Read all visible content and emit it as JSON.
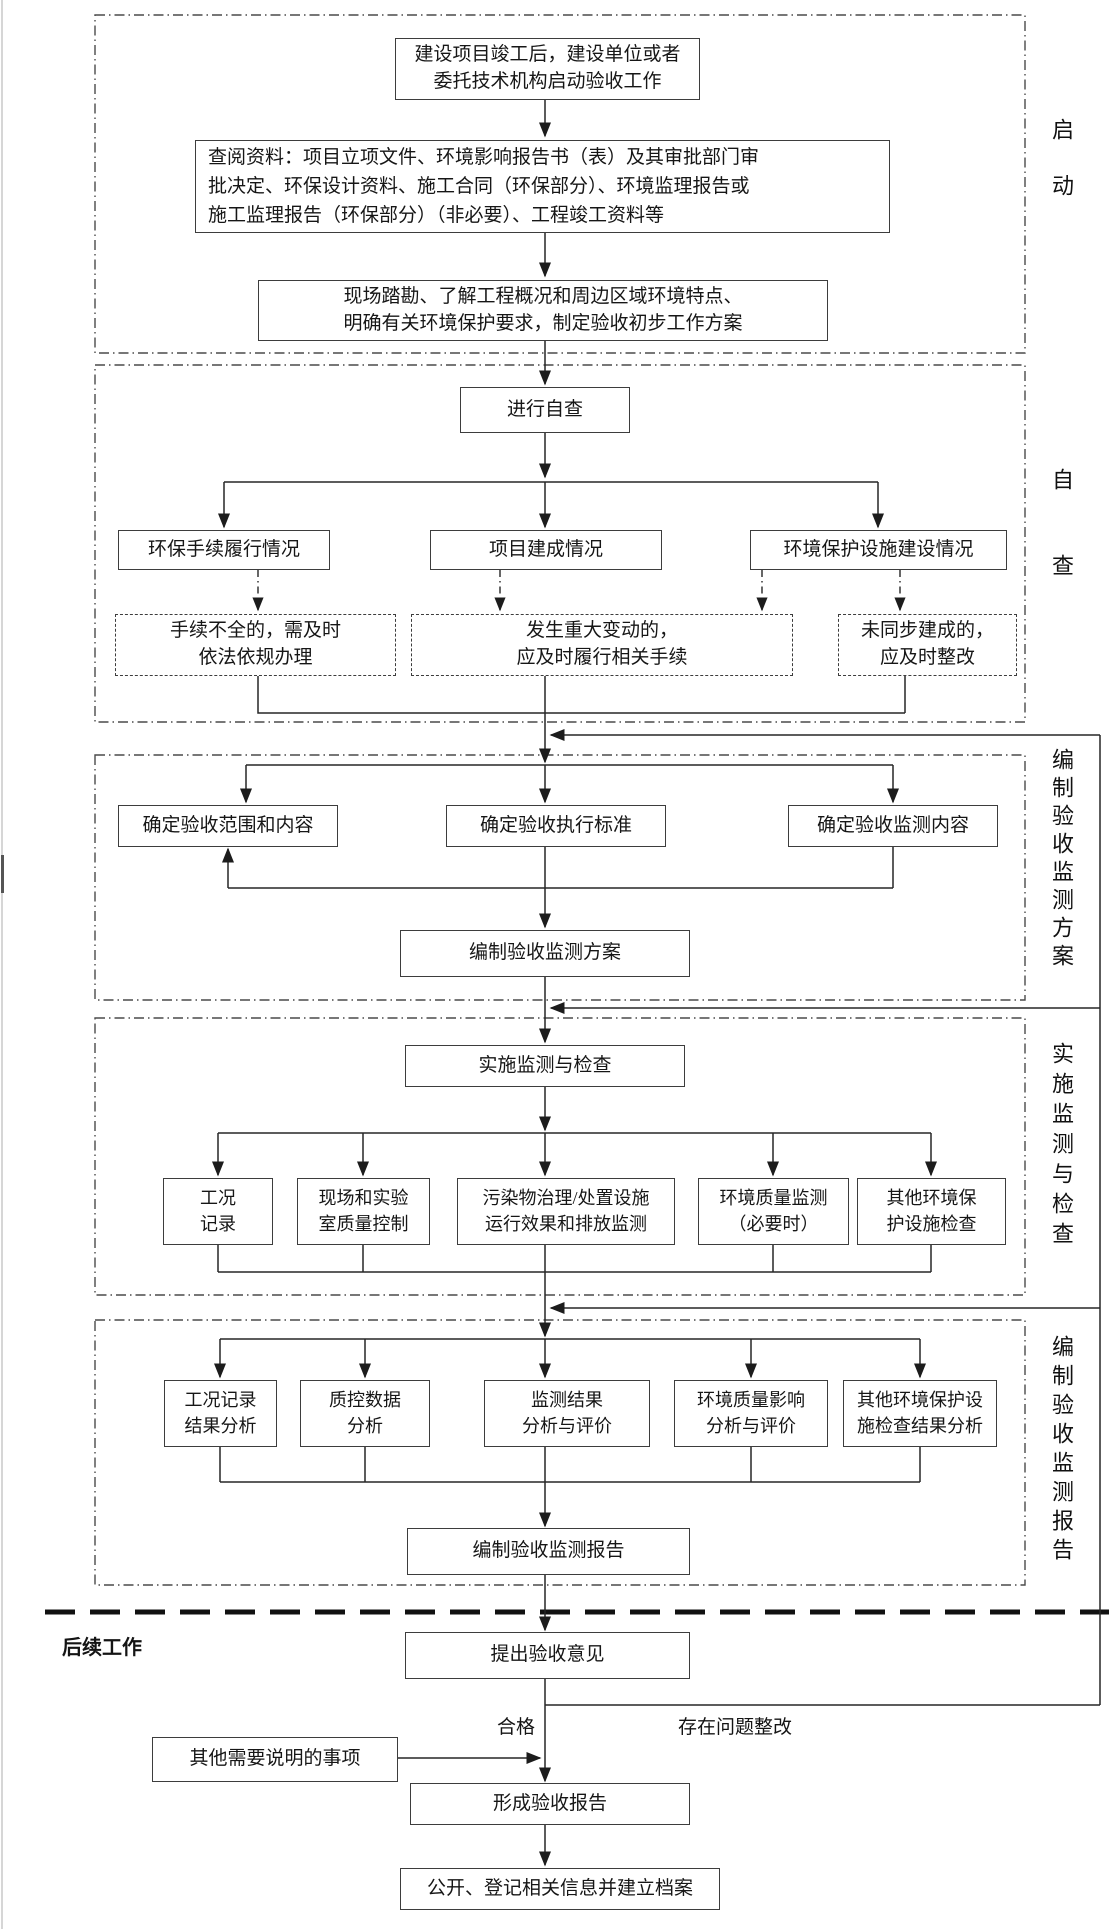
{
  "diagram": {
    "title_implicit": "建设项目竣工环境保护验收工作流程图",
    "colors": {
      "background": "#ffffff",
      "line": "#262626",
      "box_border": "#3d3d3d",
      "text": "#161616"
    },
    "section_labels": [
      {
        "id": "launch",
        "text": "启动"
      },
      {
        "id": "self-check",
        "text": "自查"
      },
      {
        "id": "plan-stage",
        "text": "编制验收监测方案"
      },
      {
        "id": "implement-stage",
        "text": "实施监测与检查"
      },
      {
        "id": "report-stage",
        "text": "编制验收监测报告"
      }
    ],
    "nodes": {
      "start": {
        "lines": [
          "建设项目竣工后，建设单位或者",
          "委托技术机构启动验收工作"
        ]
      },
      "review_docs": {
        "lines": [
          "查阅资料：项目立项文件、环境影响报告书（表）及其审批部门审",
          "批决定、环保设计资料、施工合同（环保部分）、环境监理报告或",
          "施工监理报告（环保部分）（非必要）、工程竣工资料等"
        ]
      },
      "site_survey": {
        "lines": [
          "现场踏勘、了解工程概况和周边区域环境特点、",
          "明确有关环境保护要求，制定验收初步工作方案"
        ]
      },
      "self_check": {
        "lines": [
          "进行自查"
        ]
      },
      "procedures": {
        "lines": [
          "环保手续履行情况"
        ]
      },
      "completion": {
        "lines": [
          "项目建成情况"
        ]
      },
      "facilities": {
        "lines": [
          "环境保护设施建设情况"
        ]
      },
      "incomplete_procedures": {
        "lines": [
          "手续不全的，需及时",
          "依法依规办理"
        ]
      },
      "major_change": {
        "lines": [
          "发生重大变动的，",
          "应及时履行相关手续"
        ]
      },
      "not_built": {
        "lines": [
          "未同步建成的，",
          "应及时整改"
        ]
      },
      "scope": {
        "lines": [
          "确定验收范围和内容"
        ]
      },
      "standards": {
        "lines": [
          "确定验收执行标准"
        ]
      },
      "monitor_content": {
        "lines": [
          "确定验收监测内容"
        ]
      },
      "monitor_plan": {
        "lines": [
          "编制验收监测方案"
        ]
      },
      "implement": {
        "lines": [
          "实施监测与检查"
        ]
      },
      "condition_record": {
        "lines": [
          "工况",
          "记录"
        ]
      },
      "quality_control": {
        "lines": [
          "现场和实验",
          "室质量控制"
        ]
      },
      "pollution_monitor": {
        "lines": [
          "污染物治理/处置设施",
          "运行效果和排放监测"
        ]
      },
      "env_quality": {
        "lines": [
          "环境质量监测",
          "（必要时）"
        ]
      },
      "other_facility_check": {
        "lines": [
          "其他环境保",
          "护设施检查"
        ]
      },
      "condition_analysis": {
        "lines": [
          "工况记录",
          "结果分析"
        ]
      },
      "qc_analysis": {
        "lines": [
          "质控数据",
          "分析"
        ]
      },
      "result_analysis": {
        "lines": [
          "监测结果",
          "分析与评价"
        ]
      },
      "impact_analysis": {
        "lines": [
          "环境质量影响",
          "分析与评价"
        ]
      },
      "other_analysis": {
        "lines": [
          "其他环境保护设",
          "施检查结果分析"
        ]
      },
      "monitor_report": {
        "lines": [
          "编制验收监测报告"
        ]
      },
      "opinion": {
        "lines": [
          "提出验收意见"
        ]
      },
      "remarks": {
        "lines": [
          "其他需要说明的事项"
        ]
      },
      "form_report": {
        "lines": [
          "形成验收报告"
        ]
      },
      "publish": {
        "lines": [
          "公开、登记相关信息并建立档案"
        ]
      }
    },
    "edge_labels": {
      "followup": "后续工作",
      "pass": "合格",
      "rework": "存在问题整改"
    }
  }
}
